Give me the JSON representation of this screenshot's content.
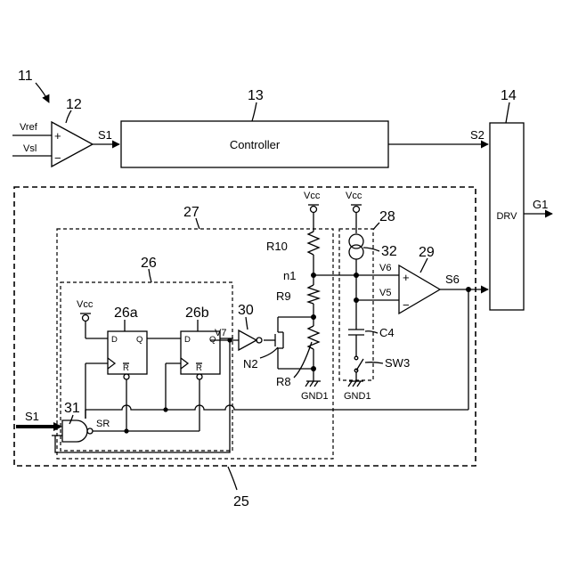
{
  "refs": {
    "r11": "11",
    "r12": "12",
    "r13": "13",
    "r14": "14",
    "r25": "25",
    "r26": "26",
    "r27": "27",
    "r28": "28",
    "r29": "29",
    "r30": "30",
    "r31": "31",
    "r32": "32",
    "r26a": "26a",
    "r26b": "26b"
  },
  "labels": {
    "vref": "Vref",
    "vsl": "Vsl",
    "s1": "S1",
    "s1_in": "S1",
    "s2": "S2",
    "g1": "G1",
    "s6": "S6",
    "sr": "SR",
    "v5": "V5",
    "v6": "V6",
    "v7": "V7",
    "n1": "n1",
    "n2": "N2",
    "r8": "R8",
    "r9": "R9",
    "r10": "R10",
    "c4": "C4",
    "sw3": "SW3",
    "vcc_r": "Vcc",
    "vcc_c": "Vcc",
    "vcc_ff": "Vcc",
    "gnd_r": "GND1",
    "gnd_c": "GND1",
    "plus_a": "+",
    "minus_a": "−",
    "plus_c": "+",
    "minus_c": "−"
  },
  "blocks": {
    "controller": "Controller",
    "drv": "DRV"
  },
  "ff": {
    "d": "D",
    "q": "Q",
    "rbar": "R"
  }
}
